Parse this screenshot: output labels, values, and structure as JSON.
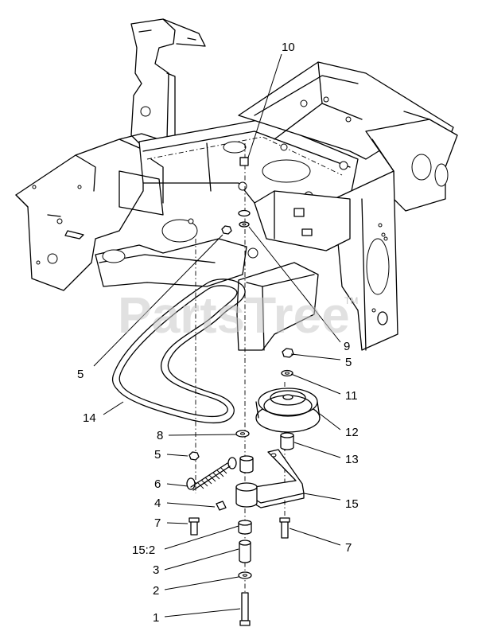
{
  "watermark": {
    "text": "PartsTree",
    "tm": "TM"
  },
  "callouts": {
    "c1": "1",
    "c2": "2",
    "c3": "3",
    "c4": "4",
    "c5a": "5",
    "c5b": "5",
    "c5c": "5",
    "c6": "6",
    "c7a": "7",
    "c7b": "7",
    "c8": "8",
    "c9": "9",
    "c10": "10",
    "c11": "11",
    "c12": "12",
    "c13": "13",
    "c14": "14",
    "c15": "15",
    "c15_2": "15:2"
  }
}
